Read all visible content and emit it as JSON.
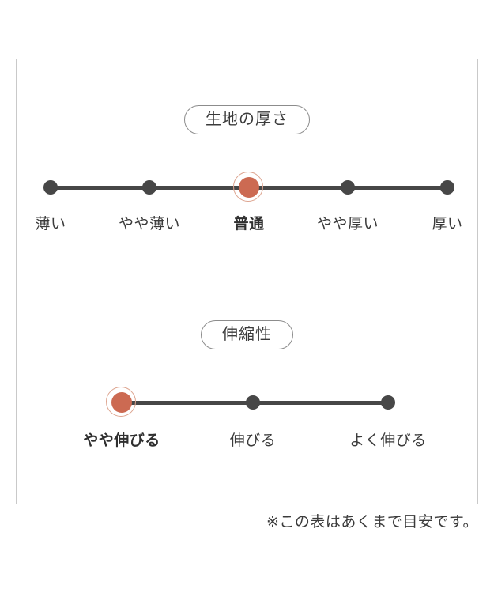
{
  "card": {
    "note": "※この表はあくまで目安です。"
  },
  "colors": {
    "selected": "#cc6a52",
    "selected_ring": "#dda48f",
    "track": "#474747",
    "node": "#474747",
    "border": "#c9c9c9",
    "text": "#3b3b3b"
  },
  "chart_data": {
    "type": "scale",
    "title": "",
    "scales": [
      {
        "label": "生地の厚さ",
        "categories": [
          "薄い",
          "やや薄い",
          "普通",
          "やや厚い",
          "厚い"
        ],
        "values": [
          1,
          2,
          3,
          4,
          5
        ],
        "selected_index": 2,
        "selected_value": "普通",
        "xlabel": "",
        "ylabel": ""
      },
      {
        "label": "伸縮性",
        "categories": [
          "やや伸びる",
          "伸びる",
          "よく伸びる"
        ],
        "values": [
          1,
          2,
          3
        ],
        "selected_index": 0,
        "selected_value": "やや伸びる",
        "xlabel": "",
        "ylabel": ""
      }
    ]
  }
}
